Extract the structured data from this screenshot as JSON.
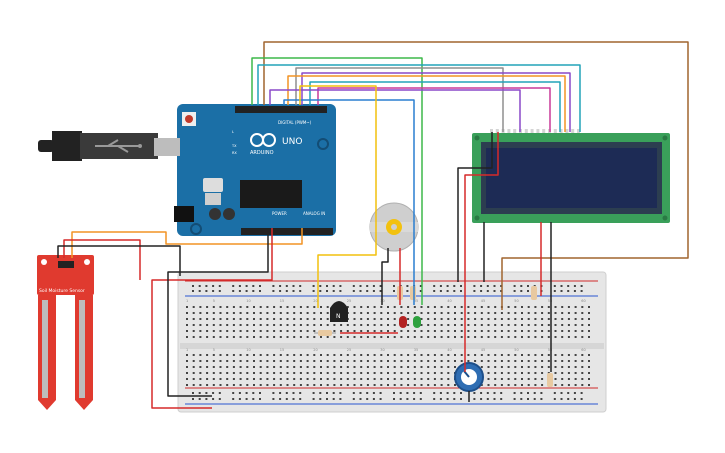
{
  "arduino": {
    "brand": "ARDUINO",
    "model": "UNO",
    "digital_label": "DIGITAL (PWM~)",
    "power_label": "POWER",
    "analog_label": "ANALOG IN",
    "tx_label": "TX",
    "rx_label": "RX",
    "l_label": "L"
  },
  "sensor": {
    "label": "Soil Moisture Sensor"
  },
  "transistor": {
    "label": "N"
  },
  "breadboard": {
    "col_labels": [
      "1",
      "5",
      "10",
      "15",
      "20",
      "25",
      "30",
      "35",
      "40",
      "45",
      "50",
      "55",
      "60"
    ]
  },
  "colors": {
    "board_blue": "#1b6fa6",
    "breadboard": "#e6e6e6",
    "lcd_green": "#3aa05a",
    "lcd_screen": "#1d2b55",
    "sensor_red": "#e03a2f",
    "motor": "#cfcfcf",
    "wire_brown": "#a0652f",
    "wire_orange": "#f29425",
    "wire_yellow": "#f2c10f",
    "wire_green": "#3db84a",
    "wire_teal": "#22a3b8",
    "wire_purple": "#8a49c9",
    "wire_magenta": "#c93a99",
    "wire_grey": "#8f8f8f",
    "wire_red": "#d62a2a",
    "wire_black": "#222222"
  }
}
